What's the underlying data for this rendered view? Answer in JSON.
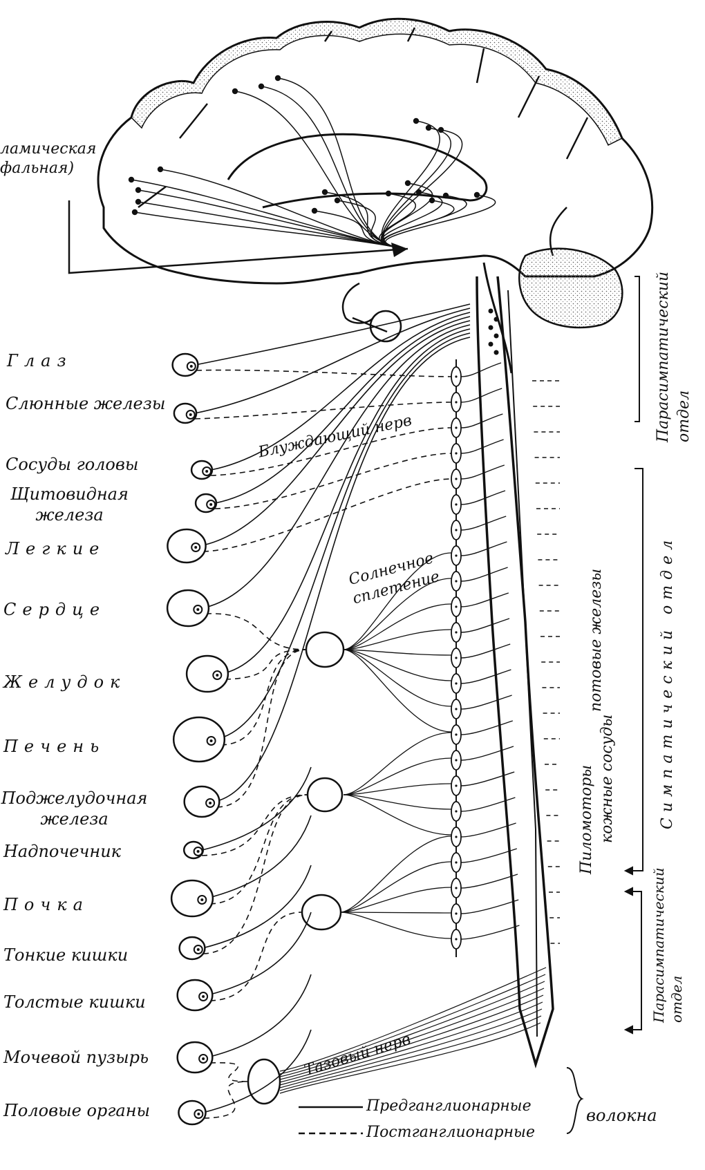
{
  "title_fragment": {
    "line1": "ламическая",
    "line2": "фальная)"
  },
  "organs": [
    {
      "id": "eye",
      "label": "Глаз"
    },
    {
      "id": "salivary",
      "label": "Слюнные железы"
    },
    {
      "id": "head-vessels",
      "label": "Сосуды головы"
    },
    {
      "id": "thyroid",
      "label": "Щитовидная железа"
    },
    {
      "id": "lungs",
      "label": "Легкие"
    },
    {
      "id": "heart",
      "label": "Сердце"
    },
    {
      "id": "stomach",
      "label": "Желудок"
    },
    {
      "id": "liver",
      "label": "Печень"
    },
    {
      "id": "pancreas",
      "label": "Поджелудочная железа"
    },
    {
      "id": "adrenal",
      "label": "Надпочечник"
    },
    {
      "id": "kidney",
      "label": "Почка"
    },
    {
      "id": "small-intestine",
      "label": "Тонкие кишки"
    },
    {
      "id": "large-intestine",
      "label": "Толстые кишки"
    },
    {
      "id": "bladder",
      "label": "Мочевой пузырь"
    },
    {
      "id": "genitals",
      "label": "Половые органы"
    }
  ],
  "nerves": {
    "vagus": "Блуждающий нерв",
    "solar_plexus": "Солнечное сплетение",
    "pelvic": "Тазовый нерв"
  },
  "targets": {
    "sweat_glands": "потовые железы",
    "pilomotors": "Пиломоторы",
    "skin_vessels": "кожные сосуды"
  },
  "divisions": {
    "parasympathetic_cranial": "Парасимпатический отдел",
    "sympathetic": "Симпатический отдел",
    "parasympathetic_sacral": "Парасимпатический отдел"
  },
  "legend": {
    "preganglionic": "Предганглионарные",
    "postganglionic": "Постганглионарные",
    "fibers": "волокна"
  }
}
